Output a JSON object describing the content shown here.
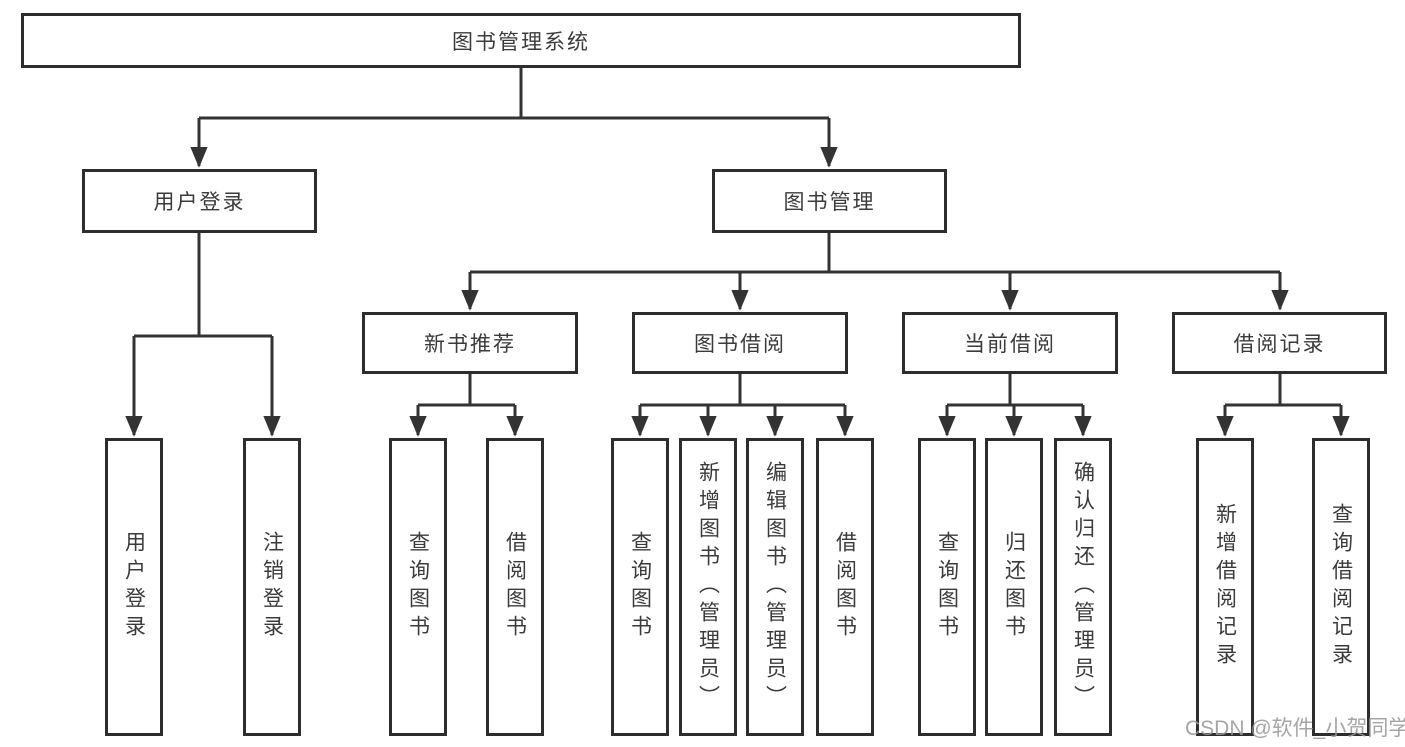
{
  "diagram": {
    "title": "图书管理系统",
    "watermark": "CSDN @软件_小贺同学",
    "colors": {
      "line": "#333333",
      "box_border": "#2d2d2d",
      "text": "#3b3b3b",
      "background": "#ffffff",
      "watermark_text": "#989898"
    },
    "nodes": {
      "root": "图书管理系统",
      "userLogin": "用户登录",
      "bookMgmt": "图书管理",
      "newBooks": "新书推荐",
      "bookBorrow": "图书借阅",
      "curBorrow": "当前借阅",
      "borrowRec": "借阅记录",
      "leafUserLogin": "用户登录",
      "leafLogout": "注销登录",
      "leafQueryBooks1": "查询图书",
      "leafBorrowBooks1": "借阅图书",
      "leafQueryBooks2": "查询图书",
      "leafAddBooks": "新增图书（管理员）",
      "leafEditBooks": "编辑图书（管理员）",
      "leafBorrowBooks2": "借阅图书",
      "leafQueryBooks3": "查询图书",
      "leafReturnBooks": "归还图书",
      "leafConfirmReturn": "确认归还（管理员）",
      "leafAddRecord": "新增借阅记录",
      "leafQueryRecord": "查询借阅记录"
    },
    "hierarchy": {
      "图书管理系统": {
        "用户登录": [
          "用户登录",
          "注销登录"
        ],
        "图书管理": {
          "新书推荐": [
            "查询图书",
            "借阅图书"
          ],
          "图书借阅": [
            "查询图书",
            "新增图书（管理员）",
            "编辑图书（管理员）",
            "借阅图书"
          ],
          "当前借阅": [
            "查询图书",
            "归还图书",
            "确认归还（管理员）"
          ],
          "借阅记录": [
            "新增借阅记录",
            "查询借阅记录"
          ]
        }
      }
    }
  }
}
